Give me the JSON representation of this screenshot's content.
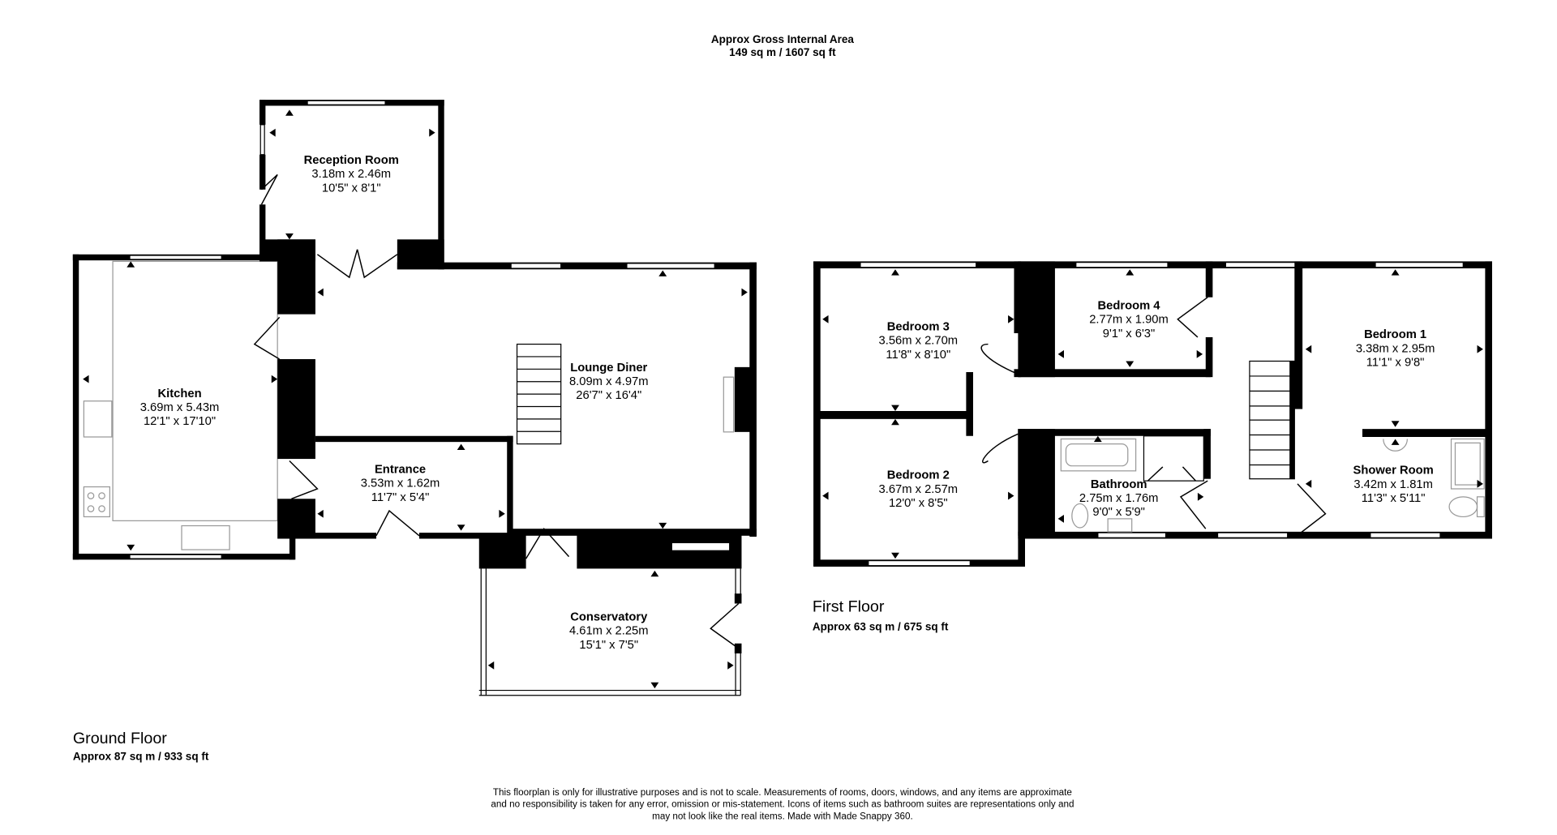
{
  "header": {
    "line1": "Approx Gross Internal Area",
    "line2": "149 sq m / 1607 sq ft"
  },
  "ground_floor": {
    "label": "Ground Floor",
    "area": "Approx 87 sq m / 933 sq ft",
    "rooms": [
      {
        "name": "Reception Room",
        "metric": "3.18m x 2.46m",
        "imperial": "10'5\" x 8'1\""
      },
      {
        "name": "Kitchen",
        "metric": "3.69m x 5.43m",
        "imperial": "12'1\" x 17'10\""
      },
      {
        "name": "Lounge Diner",
        "metric": "8.09m x 4.97m",
        "imperial": "26'7\" x 16'4\""
      },
      {
        "name": "Entrance",
        "metric": "3.53m x 1.62m",
        "imperial": "11'7\" x 5'4\""
      },
      {
        "name": "Conservatory",
        "metric": "4.61m x 2.25m",
        "imperial": "15'1\" x 7'5\""
      }
    ]
  },
  "first_floor": {
    "label": "First Floor",
    "area": "Approx 63 sq m / 675 sq ft",
    "rooms": [
      {
        "name": "Bedroom 3",
        "metric": "3.56m x 2.70m",
        "imperial": "11'8\" x 8'10\""
      },
      {
        "name": "Bedroom 4",
        "metric": "2.77m x 1.90m",
        "imperial": "9'1\" x 6'3\""
      },
      {
        "name": "Bedroom 1",
        "metric": "3.38m x 2.95m",
        "imperial": "11'1\" x 9'8\""
      },
      {
        "name": "Bedroom 2",
        "metric": "3.67m x 2.57m",
        "imperial": "12'0\" x 8'5\""
      },
      {
        "name": "Bathroom",
        "metric": "2.75m x 1.76m",
        "imperial": "9'0\" x 5'9\""
      },
      {
        "name": "Shower Room",
        "metric": "3.42m x 1.81m",
        "imperial": "11'3\" x 5'11\""
      }
    ]
  },
  "disclaimer": {
    "line1": "This floorplan is only for illustrative purposes and is not to scale. Measurements of rooms, doors, windows, and any items are approximate",
    "line2": "and no responsibility is taken for any error, omission or mis-statement. Icons of items such as bathroom suites are representations only and",
    "line3": "may not look like the real items. Made with Made Snappy 360."
  },
  "colors": {
    "walls": "#000000",
    "fixtures": "#999999",
    "background": "#ffffff"
  }
}
